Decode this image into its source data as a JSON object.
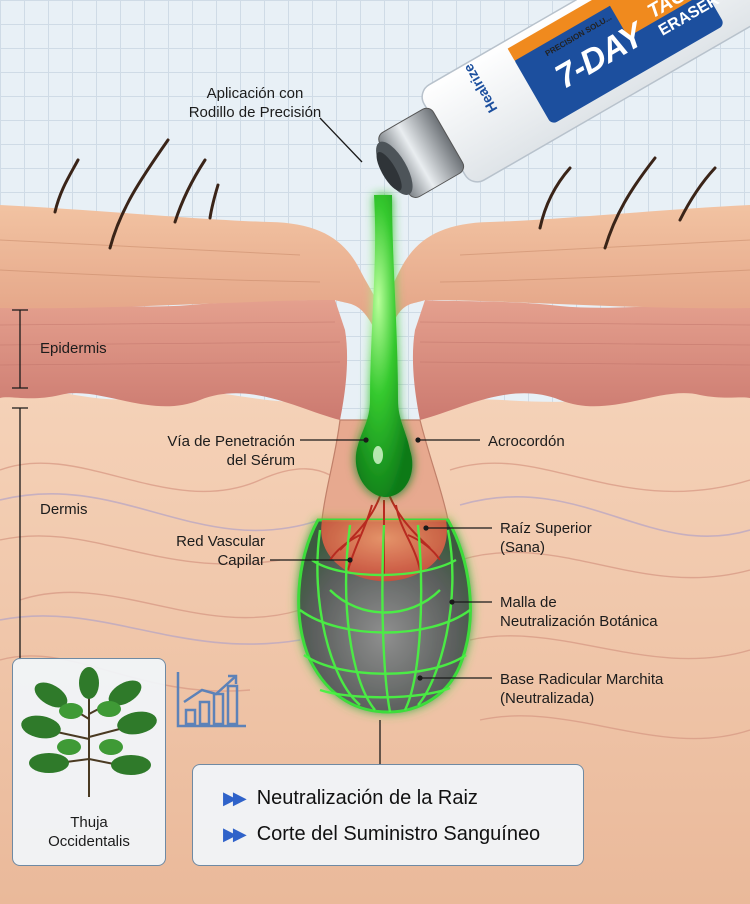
{
  "product": {
    "brand_vertical": "Healrize",
    "small_banner": "PRECISION SOLU...",
    "name_big": "7-DAY",
    "name_tag": "TAG",
    "name_eraser": "ERASER"
  },
  "labels": {
    "applicator": "Aplicación con\nRodillo de Precisión",
    "epidermis": "Epidermis",
    "dermis": "Dermis",
    "serum_path": "Vía de Penetración\ndel Sérum",
    "acrocordon": "Acrocordón",
    "vascular": "Red Vascular\nCapilar",
    "root_top": "Raíz Superior\n(Sana)",
    "mesh": "Malla de\nNeutralización Botánica",
    "base": "Base Radicular Marchita\n(Neutralizada)"
  },
  "plant_card": {
    "name": "Thuja\nOccidentalis"
  },
  "benefits": [
    "Neutralización de la Raiz",
    "Corte del Suministro Sanguíneo"
  ],
  "colors": {
    "serum_green": "#2bd12f",
    "skin_top": "#e9b48f",
    "epidermis": "#d98f83",
    "dermis": "#f0c5a8",
    "vessel_red": "#c8322a",
    "accent_orange": "#f08a1e",
    "accent_blue": "#1c4f9e"
  },
  "icons": [
    "bar-chart-icon",
    "double-arrow-icon"
  ]
}
